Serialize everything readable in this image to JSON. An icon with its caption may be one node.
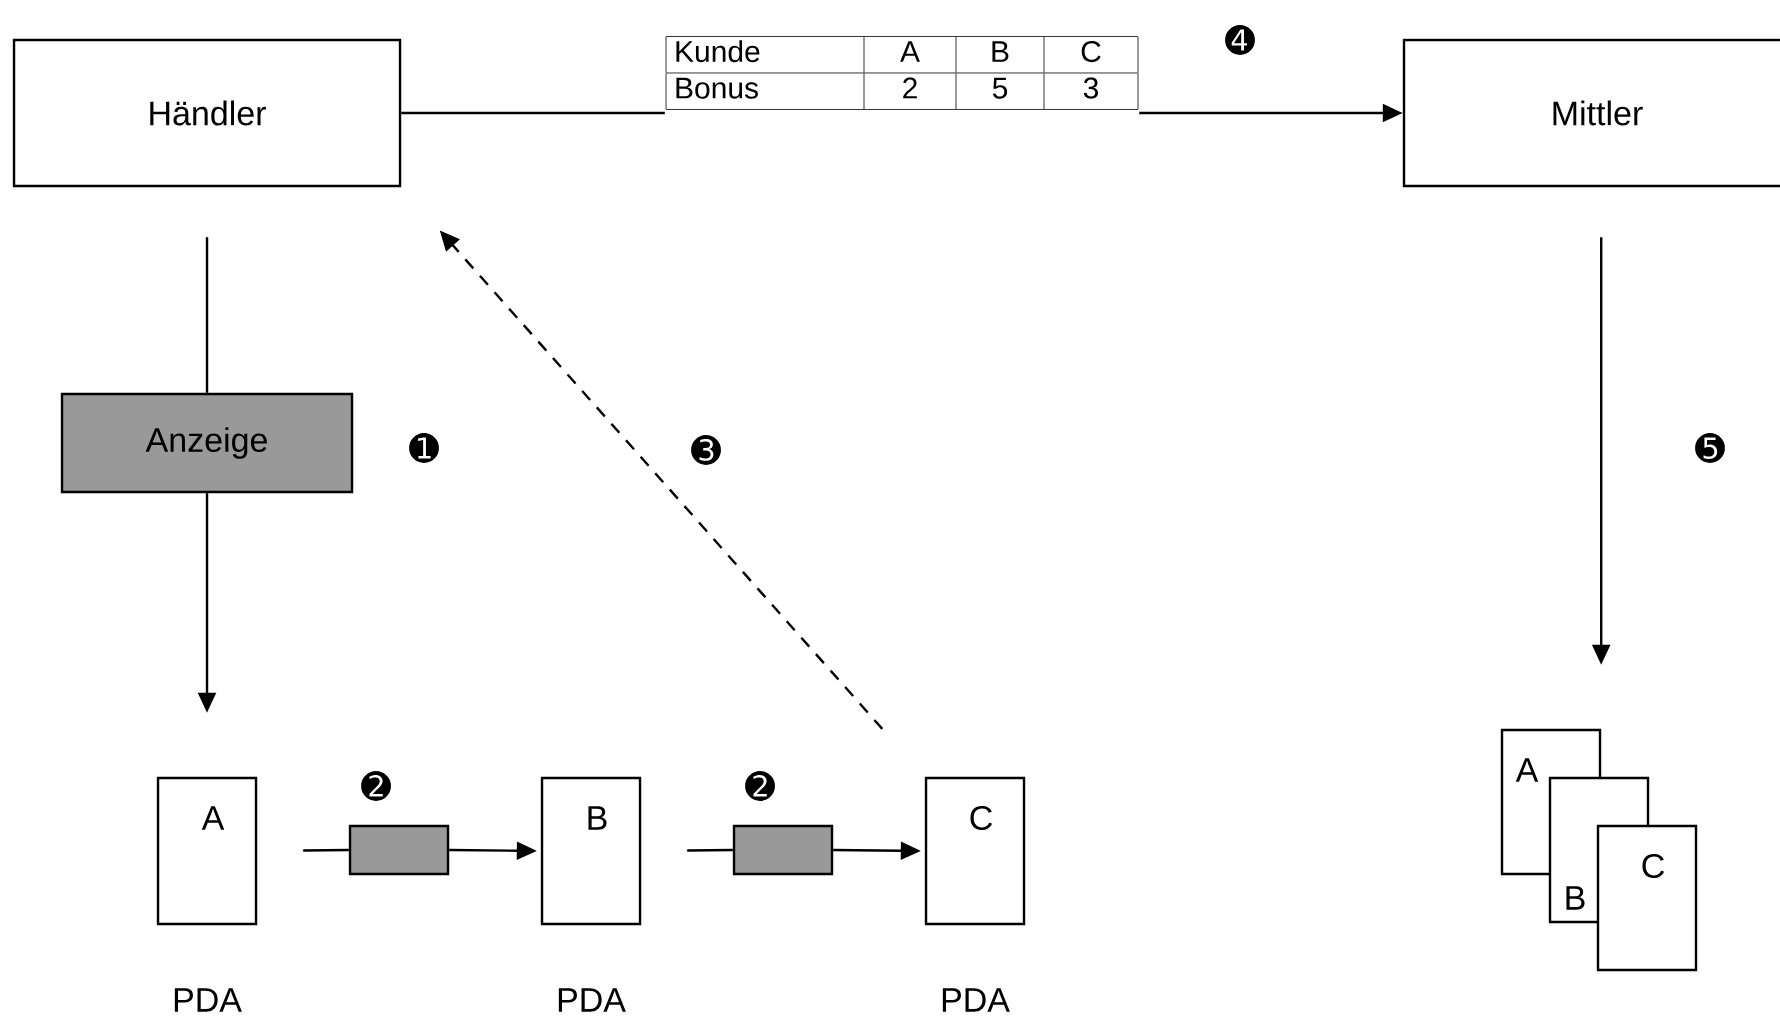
{
  "diagram": {
    "nodes": [
      {
        "text": [
          "Händler"
        ]
      },
      {
        "text": [
          "Kunde",
          "A",
          "B",
          "C",
          "Bonus",
          "2",
          "5",
          "3"
        ]
      },
      {
        "text": [
          "Mittler"
        ]
      },
      {
        "text": [
          "Anzeige"
        ]
      },
      {
        "text": [
          "A"
        ],
        "beside": [
          "PDA"
        ]
      },
      {
        "text": [],
        "shape": "box"
      },
      {
        "text": [
          "B"
        ],
        "beside": [
          "PDA"
        ]
      },
      {
        "text": [],
        "shape": "box"
      },
      {
        "text": [
          "C"
        ],
        "beside": [
          "PDA"
        ]
      },
      {
        "text": [
          "A"
        ]
      },
      {
        "text": [
          "B"
        ]
      },
      {
        "text": [
          "C"
        ]
      }
    ],
    "edges": [
      {
        "from": 0,
        "to": 1,
        "arrow": "none"
      },
      {
        "from": 1,
        "to": 2,
        "arrow": "to"
      },
      {
        "from": 0,
        "to": 3,
        "arrow": "none"
      },
      {
        "from": 3,
        "to": 4,
        "arrow": "to"
      },
      {
        "from": 4,
        "to": 5,
        "arrow": "none"
      },
      {
        "from": 5,
        "to": 6,
        "arrow": "to"
      },
      {
        "from": 6,
        "to": 7,
        "arrow": "none"
      },
      {
        "from": 7,
        "to": 8,
        "arrow": "to"
      },
      {
        "from": 8,
        "to": 0,
        "arrow": "to",
        "style": "dashed"
      },
      {
        "from": 2,
        "to": 9,
        "arrow": "to"
      }
    ],
    "labels": [
      "➍",
      "➊",
      "➌",
      "➎",
      "➋",
      "➋"
    ]
  }
}
